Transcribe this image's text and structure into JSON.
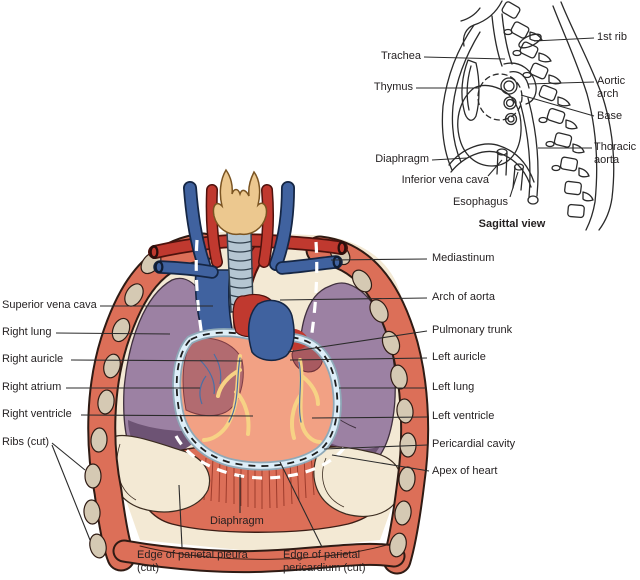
{
  "main": {
    "left_labels": [
      "Superior vena cava",
      "Right lung",
      "Right auricle",
      "Right atrium",
      "Right ventricle",
      "Ribs (cut)"
    ],
    "right_labels": [
      "Mediastinum",
      "Arch of aorta",
      "Pulmonary trunk",
      "Left auricle",
      "Left lung",
      "Left ventricle",
      "Pericardial cavity",
      "Apex of heart"
    ],
    "bottom_labels": [
      "Diaphragm",
      "Edge of parietal pleura (cut)",
      "Edge of parietal pericardium (cut)"
    ]
  },
  "sagittal": {
    "caption": "Sagittal view",
    "left_labels": [
      "Trachea",
      "Thymus",
      "Diaphragm",
      "Inferior vena cava",
      "Esophagus"
    ],
    "right_labels": [
      "1st rib",
      "Aortic arch",
      "Base",
      "Thoracic aorta"
    ]
  },
  "colors": {
    "background": "#ffffff",
    "label_text": "#231f20",
    "rib_wall_salmon": "#dc6f58",
    "rib_bone": "#d5c9b3",
    "body_wall_cream": "#f3e9d4",
    "lung_purple": "#9c81a3",
    "lung_shadow": "#6d5374",
    "heart_pink": "#f2a184",
    "right_atrium_mauve": "#b26b70",
    "artery_red": "#c0392f",
    "vein_blue": "#40629f",
    "pericardium_blue": "#ddeef8",
    "coronary_yellow": "#f7d285",
    "thyroid_tan": "#ecc88f",
    "trachea_grey": "#b5c6d2"
  }
}
